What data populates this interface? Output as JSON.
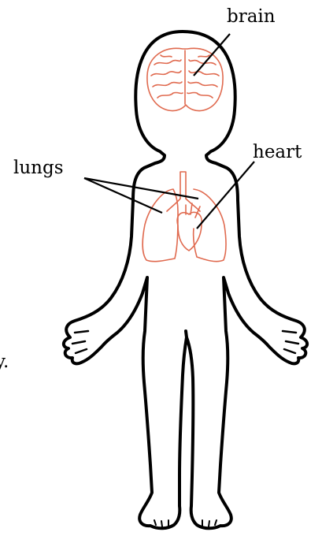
{
  "labels": {
    "brain": "brain",
    "heart": "heart",
    "lungs": "lungs",
    "left_fragment": "y."
  },
  "colors": {
    "outline": "#000000",
    "organs": "#e06a4f",
    "background": "#ffffff"
  }
}
